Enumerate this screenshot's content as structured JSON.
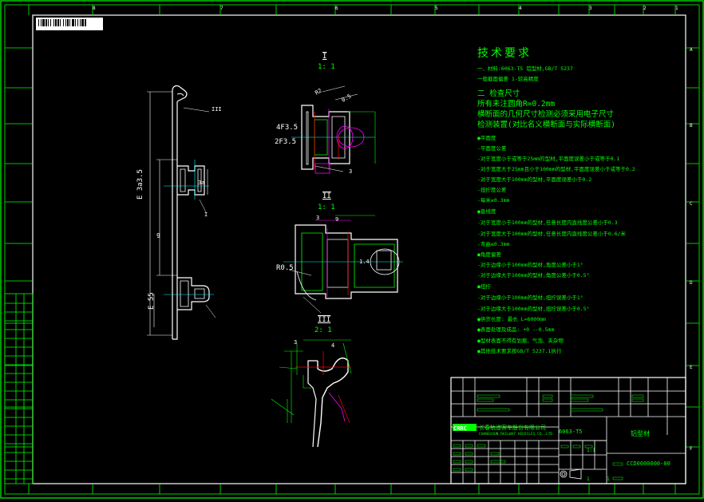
{
  "drawing": {
    "frame": {
      "top_zone_numbers": [
        "8",
        "7",
        "6",
        "5",
        "4",
        "3",
        "2",
        "1"
      ],
      "right_zone_letters": [
        "A",
        "B",
        "C",
        "D",
        "E",
        "F"
      ]
    },
    "tech_requirements": {
      "title": "技术要求",
      "lines": [
        "一、材料:6063-T5 铝型材,GB/T 5237",
        "一般截面偏差 1-较高精度",
        "二  检查尺寸",
        "所有未注圆角R=0.2mm",
        "横断面的几何尺寸检测必须采用电子尺寸",
        "检测装置(对比名义横断面与实际横断面)",
        "●平面度",
        "-平面度公差",
        "-对于宽度小于或等于25mm的型材,平面度误差小于或等于0.1",
        "-对于宽度大于25mm且小于100mm的型材,平面度误差小于或等于0.2",
        "-对于宽度大于100mm的型材,平面度误差小于0.2",
        "-扭拧度公差",
        "-每米≤0.3mm",
        "●直线度",
        "-对于宽度小于100mm的型材,任意长度内直线度公差小于0.3",
        "-对于宽度大于100mm的型材,任意长度内直线度公差小于0.6/米",
        "-弯曲≤0.3mm",
        "●角度偏差",
        "-对于边缘小于100mm的型材,角度公差小于1°",
        "-对于边缘大于100mm的型材,角度公差小于0.5°",
        "●扭拧",
        "-对于边缘小于100mm的型材,扭拧误差小于1°",
        "-对于边缘大于100mm的型材,扭拧误差小于0.5°",
        "●供货长度:  最长 L=6000mm",
        "●表面处理及成品:  +0 --0.5mm",
        "●型材表面不得有划痕、气泡、夹杂物",
        "●其他技术要求按GB/T 5237.1执行"
      ]
    },
    "views": [
      {
        "id": "I",
        "scale": "1: 1"
      },
      {
        "id": "II",
        "scale": "1: 1"
      },
      {
        "id": "III",
        "scale": "2: 1"
      }
    ],
    "dimensions": {
      "long_view": [
        "E 3a3.5",
        "9",
        "E 55",
        "I",
        "III",
        "3a"
      ],
      "view1": [
        "4F3.5",
        "2F3.5",
        "R2",
        "0.5",
        "3"
      ],
      "view2": [
        "R0.5",
        "3",
        "1.4",
        "9"
      ],
      "view3": [
        "3",
        "4"
      ]
    },
    "title_block": {
      "company_cn": "长春轨道客车股份有限公司",
      "company_en": "CHANGCHUN RAILWAY VEHICLES CO.,LTD.",
      "logo": "CRRC",
      "material": "6063-T5",
      "part_name": "铝型材",
      "drawing_no": "CCD0000000-00",
      "scale": "1:1",
      "sheet": "1",
      "sheets": "1"
    }
  }
}
